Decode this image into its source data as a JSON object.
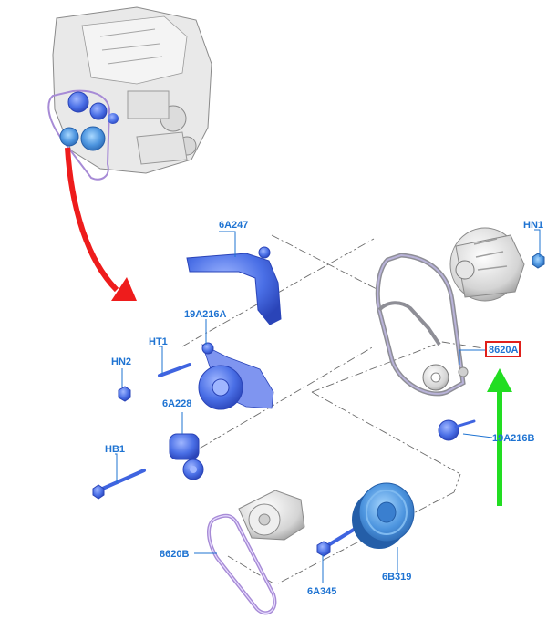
{
  "callouts": {
    "c6A247": "6A247",
    "cHN1": "HN1",
    "c19A216A": "19A216A",
    "cHT1": "HT1",
    "cHN2": "HN2",
    "c6A228": "6A228",
    "cHB1": "HB1",
    "c8620A": "8620A",
    "c19A216B": "19A216B",
    "c8620B": "8620B",
    "c6A345": "6A345",
    "c6B319": "6B319"
  },
  "colors": {
    "callout": "#1e73d2",
    "highlight_box": "#e0201b",
    "red_arrow": "#ee1c1c",
    "green_arrow": "#22dd22",
    "belt": "#a78bd6",
    "part_blue": "#3f64e0"
  },
  "highlighted_part": "8620A"
}
